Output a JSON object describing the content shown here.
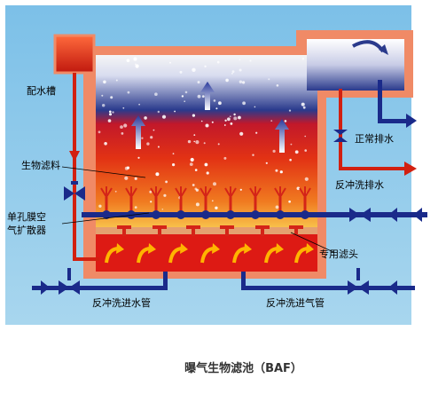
{
  "diagram": {
    "labels": {
      "distribution_tank": "配水槽",
      "bio_filter_media": "生物滤料",
      "single_hole_diffuser": "单孔膜空\n气扩散器",
      "special_filter_head": "专用滤头",
      "normal_drain": "正常排水",
      "backwash_drain": "反冲洗排水",
      "backwash_water_inlet_pipe": "反冲洗进水管",
      "backwash_air_inlet_pipe": "反冲洗进气管"
    },
    "colors": {
      "background": "#8ec8e8",
      "wall": "#f08a66",
      "pipe_blue": "#1a2a8a",
      "pipe_red": "#d22010",
      "water_top": "#2a3a8c",
      "water_hot": "#e02818",
      "plenum": "#dd1a14"
    },
    "icons": [
      "valve-icon",
      "arrow-icon",
      "swirl-arrow-icon",
      "diffuser-icon"
    ]
  },
  "caption": "曝气生物滤池（BAF）"
}
